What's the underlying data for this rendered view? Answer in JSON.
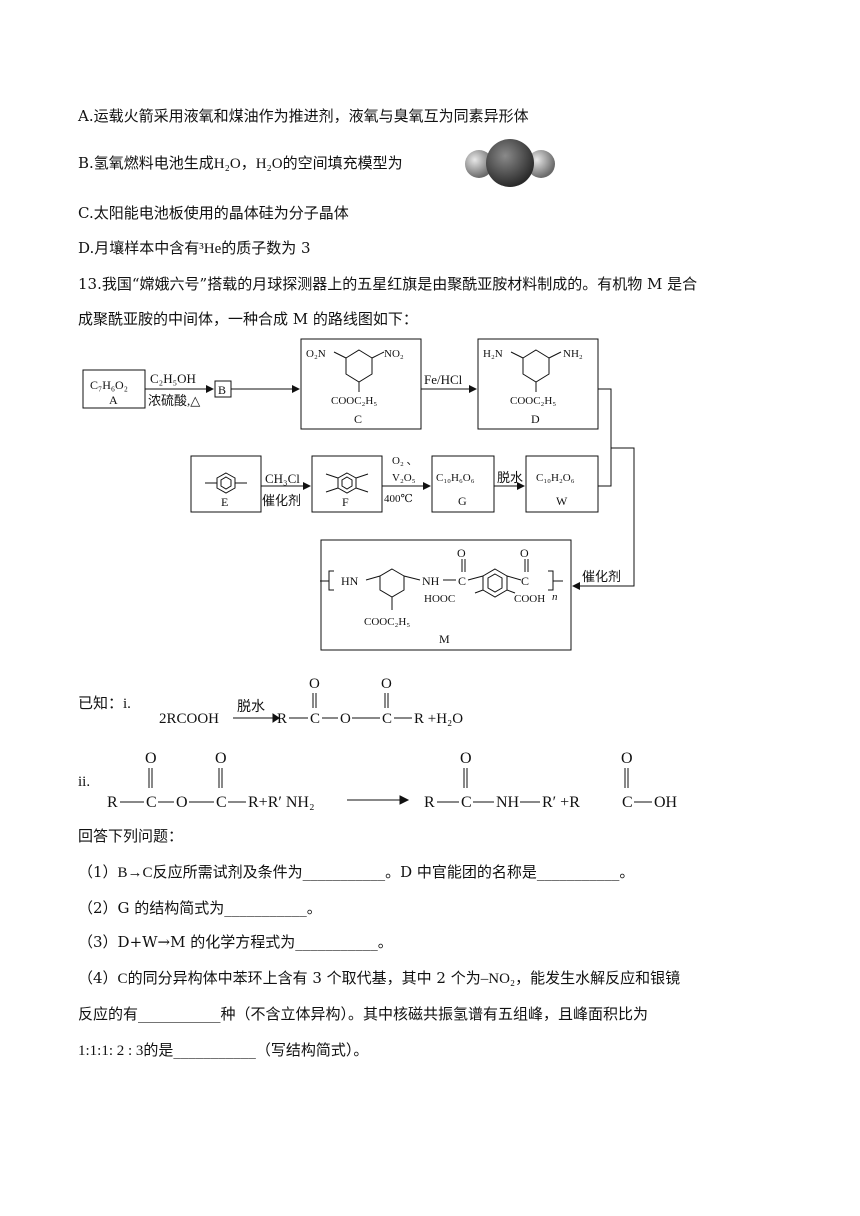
{
  "options": {
    "a": "A.运载火箭采用液氧和煤油作为推进剂，液氧与臭氧互为同素异形体",
    "b_pre": "B.氢氧燃料电池生成",
    "b_formula1": "H₂O",
    "b_sep": "，",
    "b_formula2": "H₂O",
    "b_post": "的空间填充模型为",
    "c": "C.太阳能电池板使用的晶体硅为分子晶体",
    "d_pre": "D.月壤样本中含有",
    "d_iso": "³He",
    "d_post": "的质子数为 3"
  },
  "question": {
    "line1": "13.我国“嫦娥六号”搭载的月球探测器上的五星红旗是由聚酰亚胺材料制成的。有机物 M 是合",
    "line2": "成聚酰亚胺的中间体，一种合成 M 的路线图如下："
  },
  "scheme": {
    "a_formula": "C₇H₆O₂",
    "a_label": "A",
    "reagent_ethanol": "C₂H₅OH",
    "reagent_acid": "浓硫酸,△",
    "b_label": "B",
    "c_no2_left": "O₂N",
    "c_no2_right": "NO₂",
    "c_ester": "COOC₂H₅",
    "c_label": "C",
    "fe_hcl": "Fe/HCl",
    "d_nh2_left": "H₂N",
    "d_nh2_right": "NH₂",
    "d_ester": "COOC₂H₅",
    "d_label": "D",
    "e_label": "E",
    "ch3cl": "CH₃Cl",
    "catalyst1": "催化剂",
    "f_label": "F",
    "o2": "O₂ 、",
    "v2o5": "V₂O₅",
    "temp": "400℃",
    "g_formula": "C₁₀H₆O₆",
    "g_label": "G",
    "dehydrate": "脱水",
    "w_formula": "C₁₀H₂O₆",
    "w_label": "W",
    "catalyst2": "催化剂",
    "m_hn": "HN",
    "m_nh": "NH",
    "m_o": "O",
    "m_c": "C",
    "m_hooc": "HOOC",
    "m_cooh": "COOH",
    "m_n": "n",
    "m_ester": "COOC₂H₅",
    "m_label": "M"
  },
  "known": {
    "label": "已知：i.",
    "r1_lhs": "2RCOOH",
    "r1_cond": "脱水",
    "r1_rhs_r": "R",
    "r1_o": "O",
    "r1_c": "C",
    "r1_rhs_tail": "R +H₂O",
    "ii_label": "ii.",
    "r2_lhs_tail": "R+R′ NH₂",
    "r2_nh": "NH",
    "r2_rp": "R′ +R",
    "r2_oh": "OH",
    "r2_r": "R"
  },
  "answers": {
    "intro": "回答下列问题：",
    "q1_pre": "（1）",
    "q1_rxn": "B→C",
    "q1_post": "反应所需试剂及条件为___________。D 中官能团的名称是___________。",
    "q2": "（2）G 的结构简式为___________。",
    "q3": "（3）D+W→M 的化学方程式为___________。",
    "q4_pre": "（4）",
    "q4_c": "C",
    "q4_mid": "的同分异构体中苯环上含有 3 个取代基，其中 2 个为",
    "q4_group": "–NO₂",
    "q4_post": "，能发生水解反应和银镜",
    "q4_line2": "反应的有___________种（不含立体异构）。其中核磁共振氢谱有五组峰，且峰面积比为",
    "q4_ratio": "1:1:1: 2 : 3",
    "q4_line3_post": "的是___________（写结构简式）。"
  }
}
